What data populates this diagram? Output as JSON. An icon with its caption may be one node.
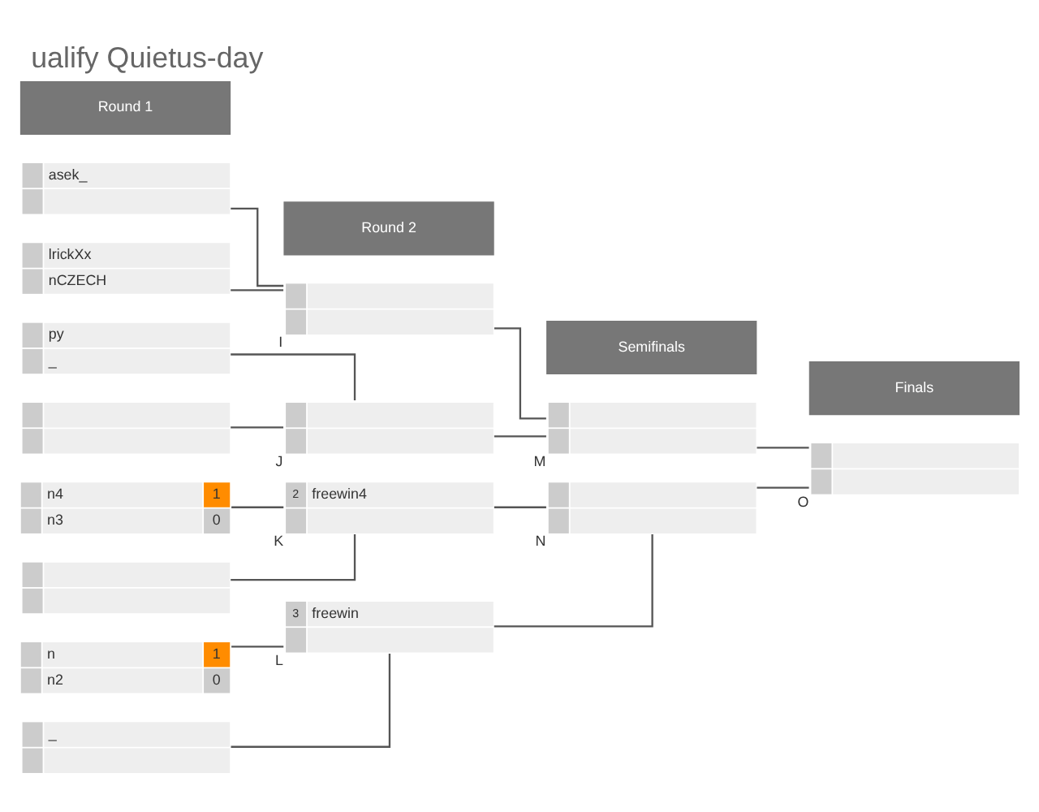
{
  "diagram": {
    "title": "ualify Quietus-day",
    "nodes": [
      {
        "text": [
          "asek_"
        ]
      },
      {
        "text": [
          "lrickXx",
          "nCZECH"
        ]
      },
      {
        "text": [
          "py",
          "_"
        ]
      },
      {
        "text": [],
        "shape": "box"
      },
      {
        "text": [
          "n4",
          "1",
          "n3",
          "0"
        ]
      },
      {
        "text": [],
        "shape": "box"
      },
      {
        "text": [
          "n",
          "1",
          "n2",
          "0"
        ]
      },
      {
        "text": [
          "_"
        ]
      },
      {
        "text": [],
        "shape": "box",
        "beside": [
          "I"
        ]
      },
      {
        "text": [],
        "shape": "box",
        "beside": [
          "J"
        ]
      },
      {
        "text": [
          "2",
          "freewin4"
        ],
        "beside": [
          "K"
        ]
      },
      {
        "text": [
          "3",
          "freewin"
        ],
        "beside": [
          "L"
        ]
      },
      {
        "text": [],
        "shape": "box",
        "beside": [
          "M"
        ]
      },
      {
        "text": [],
        "shape": "box",
        "beside": [
          "N"
        ]
      },
      {
        "text": [],
        "shape": "box",
        "beside": [
          "O"
        ]
      }
    ],
    "edges": [
      {
        "from": 0,
        "to": 8,
        "arrow": "none"
      },
      {
        "from": 1,
        "to": 8,
        "arrow": "none"
      },
      {
        "from": 2,
        "to": 9,
        "arrow": "none"
      },
      {
        "from": 3,
        "to": 9,
        "arrow": "none"
      },
      {
        "from": 4,
        "to": 10,
        "arrow": "none"
      },
      {
        "from": 5,
        "to": 10,
        "arrow": "none"
      },
      {
        "from": 6,
        "to": 11,
        "arrow": "none"
      },
      {
        "from": 7,
        "to": 11,
        "arrow": "none"
      },
      {
        "from": 8,
        "to": 12,
        "arrow": "none"
      },
      {
        "from": 9,
        "to": 12,
        "arrow": "none"
      },
      {
        "from": 10,
        "to": 13,
        "arrow": "none"
      },
      {
        "from": 11,
        "to": 13,
        "arrow": "none"
      },
      {
        "from": 12,
        "to": 14,
        "arrow": "none"
      },
      {
        "from": 13,
        "to": 14,
        "arrow": "none"
      }
    ],
    "labels": [
      "Round 1",
      "Round 2",
      "Semifinals",
      "Finals"
    ]
  }
}
